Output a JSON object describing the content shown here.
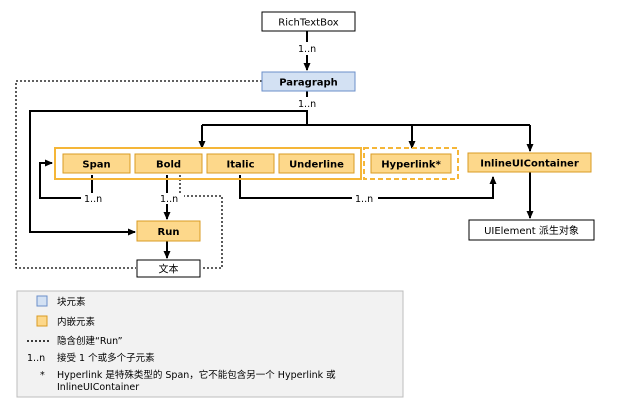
{
  "nodes": {
    "richtextbox": "RichTextBox",
    "paragraph": "Paragraph",
    "span": "Span",
    "bold": "Bold",
    "italic": "Italic",
    "underline": "Underline",
    "hyperlink": "Hyperlink*",
    "inline_ui_container": "InlineUIContainer",
    "run": "Run",
    "text": "文本",
    "ui_element": "UIElement 派生对象"
  },
  "edge_labels": {
    "rtb_to_paragraph": "1..n",
    "paragraph_to_children": "1..n",
    "span_loop": "1..n",
    "bold_to_run": "1..n",
    "to_inline_ui_container": "1..n"
  },
  "legend": {
    "block_element": "块元素",
    "inline_element": "内嵌元素",
    "implicit_run": "隐含创建“Run”",
    "multiplicity_symbol": "1..n",
    "multiplicity_desc": "接受 1 个或多个子元素",
    "footnote_symbol": "*",
    "footnote_line1": "Hyperlink 是特殊类型的 Span，它不能包含另一个 Hyperlink 或",
    "footnote_line2": "InlineUIContainer"
  },
  "colors": {
    "block_fill": "#d3e1f3",
    "block_stroke": "#6b8fc9",
    "inline_fill": "#fdd88b",
    "inline_stroke": "#d99b23",
    "group_stroke": "#f5b638"
  }
}
